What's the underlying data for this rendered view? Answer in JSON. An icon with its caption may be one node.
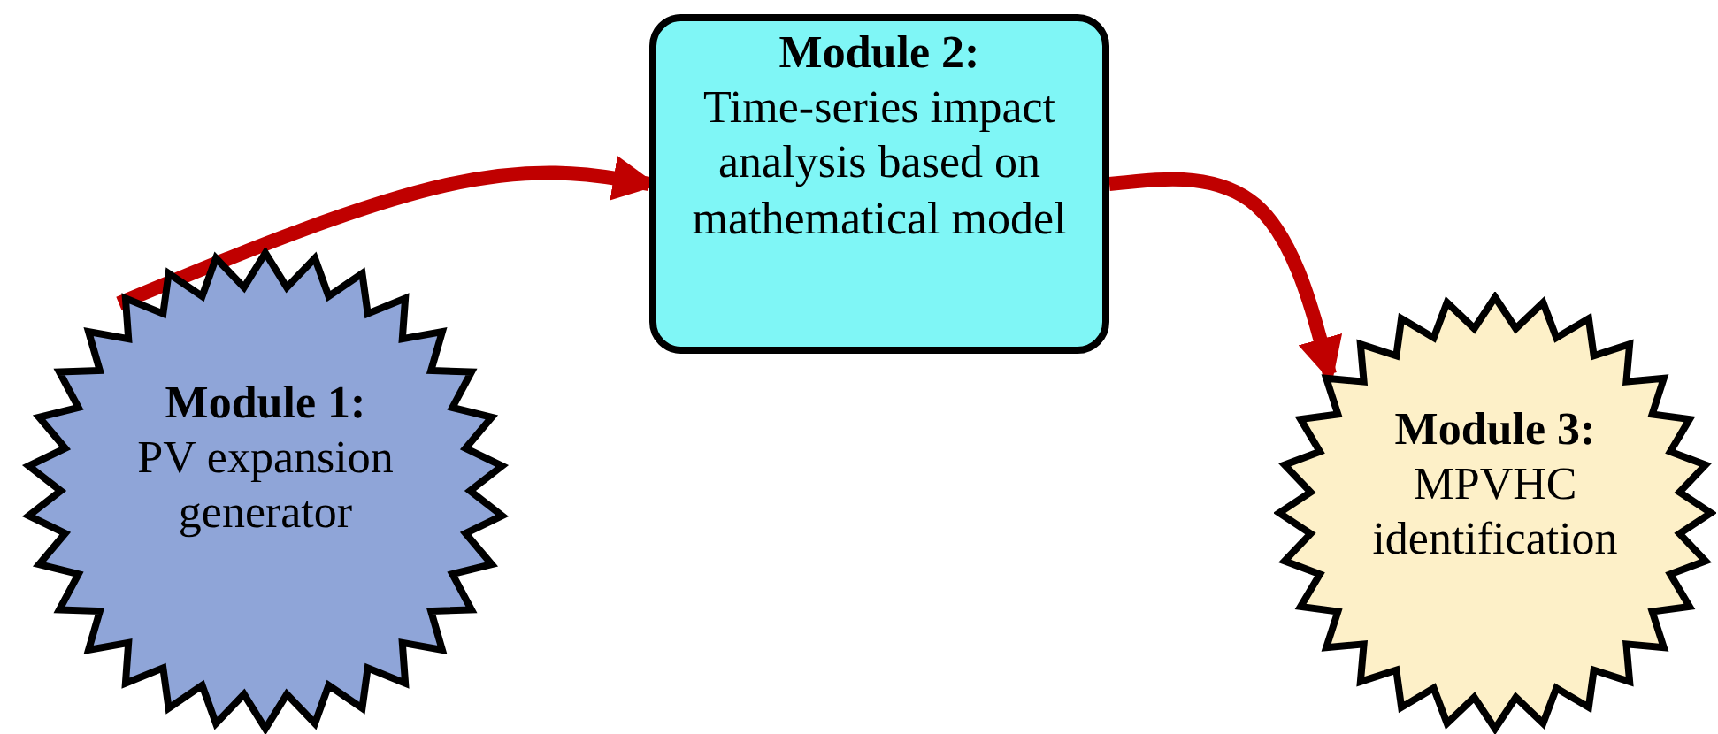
{
  "diagram": {
    "nodes": [
      {
        "text": [
          "Module 1:",
          "PV expansion generator"
        ]
      },
      {
        "text": [
          "Module 2:",
          "Time-series impact analysis based on mathematical model"
        ]
      },
      {
        "text": [
          "Module 3:",
          "MPVHC identification"
        ]
      }
    ],
    "edges": [
      {
        "from": 0,
        "to": 1,
        "arrow": "to"
      },
      {
        "from": 1,
        "to": 2,
        "arrow": "to"
      }
    ]
  }
}
